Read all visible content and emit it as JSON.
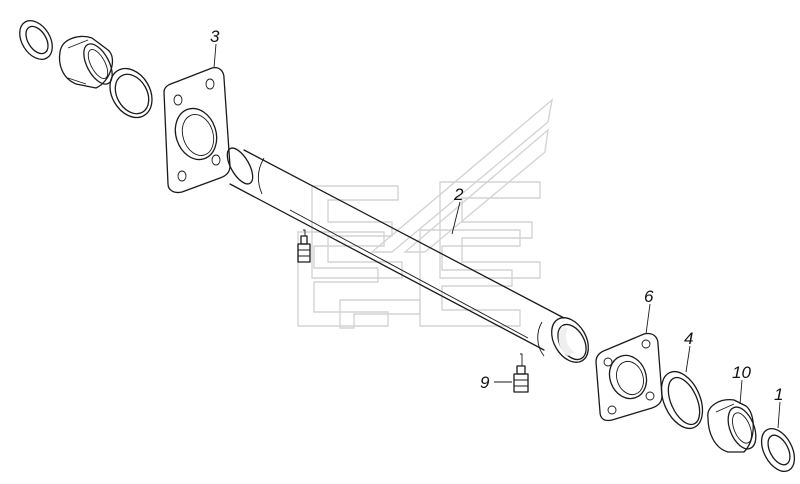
{
  "diagram": {
    "callouts": [
      {
        "id": "1",
        "label": "1"
      },
      {
        "id": "2",
        "label": "2"
      },
      {
        "id": "3",
        "label": "3"
      },
      {
        "id": "4",
        "label": "4"
      },
      {
        "id": "6",
        "label": "6"
      },
      {
        "id": "9",
        "label": "9"
      },
      {
        "id": "10",
        "label": "10"
      }
    ],
    "colors": {
      "line": "#1a1a1a",
      "watermark": "#d4d4d4",
      "background": "#ffffff"
    }
  }
}
